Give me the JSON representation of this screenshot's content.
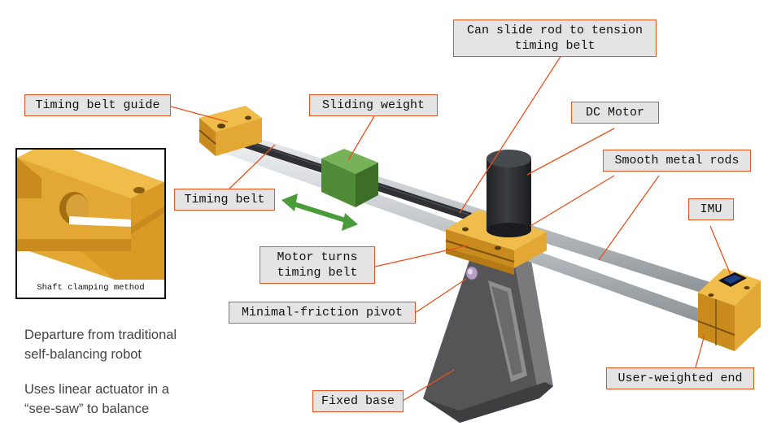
{
  "labels": {
    "can_slide_rod": [
      "Can slide rod to tension",
      "timing belt"
    ],
    "timing_belt_guide": "Timing belt guide",
    "sliding_weight": "Sliding weight",
    "dc_motor": "DC Motor",
    "smooth_metal_rods": "Smooth metal rods",
    "timing_belt": "Timing belt",
    "imu": "IMU",
    "motor_turns_belt": [
      "Motor turns",
      "timing belt"
    ],
    "minimal_friction_pivot": "Minimal-friction pivot",
    "user_weighted_end": "User-weighted end",
    "fixed_base": "Fixed base"
  },
  "inset": {
    "caption": "Shaft clamping method"
  },
  "notes": {
    "departure": [
      "Departure from traditional",
      "self-balancing robot"
    ],
    "uses": [
      "Uses linear actuator in a",
      "“see-saw” to balance"
    ]
  },
  "colors": {
    "callout_border": "#e8531f",
    "callout_fill": "#e4e4e4",
    "part_yellow": "#e3a733",
    "weight_green": "#5a9a42",
    "arrow_green": "#4a9c3a",
    "motor_black": "#2b2d30",
    "base_gray": "#5d5d5f",
    "rod_gray": "#c5c9cc"
  }
}
